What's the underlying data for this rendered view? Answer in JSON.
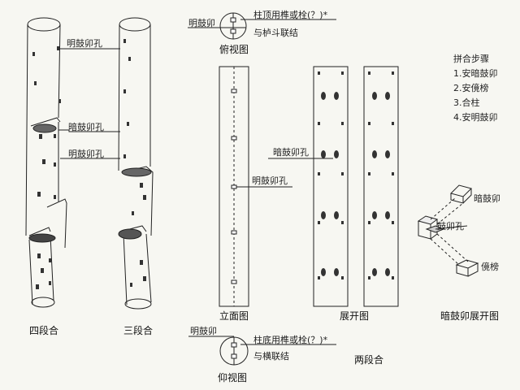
{
  "labels": {
    "ming_gu_mao_kong_1": "明鼓卯孔",
    "an_gu_mao_kong": "暗鼓卯孔",
    "ming_gu_mao_kong_2": "明鼓卯孔",
    "top_ming_gu_mao": "明鼓卯",
    "top_note_line1": "柱顶用榫或栓(？)*",
    "top_note_line2": "与栌斗联结",
    "bottom_ming_gu_mao": "明鼓卯",
    "bottom_note_line1": "柱底用榫或栓(？)*",
    "bottom_note_line2": "与横联结",
    "elev_ming_gu_mao_kong": "明鼓卯孔",
    "unfold_an_gu_mao_kong": "暗鼓卯孔",
    "detail_an_gu_mao": "暗鼓卯",
    "detail_gu_mao_kong": "鼓卯孔",
    "detail_qian_bang": "傹榜"
  },
  "captions": {
    "four_section": "四段合",
    "three_section": "三段合",
    "top_view": "俯视图",
    "elevation": "立面图",
    "unfolded": "展开图",
    "bottom_view": "仰视图",
    "two_section": "两段合",
    "hidden_unfold": "暗鼓卯展开图"
  },
  "steps": {
    "title": "拼合步骤",
    "items": [
      "1.安暗鼓卯",
      "2.安傹榜",
      "3.合柱",
      "4.安明鼓卯"
    ]
  }
}
